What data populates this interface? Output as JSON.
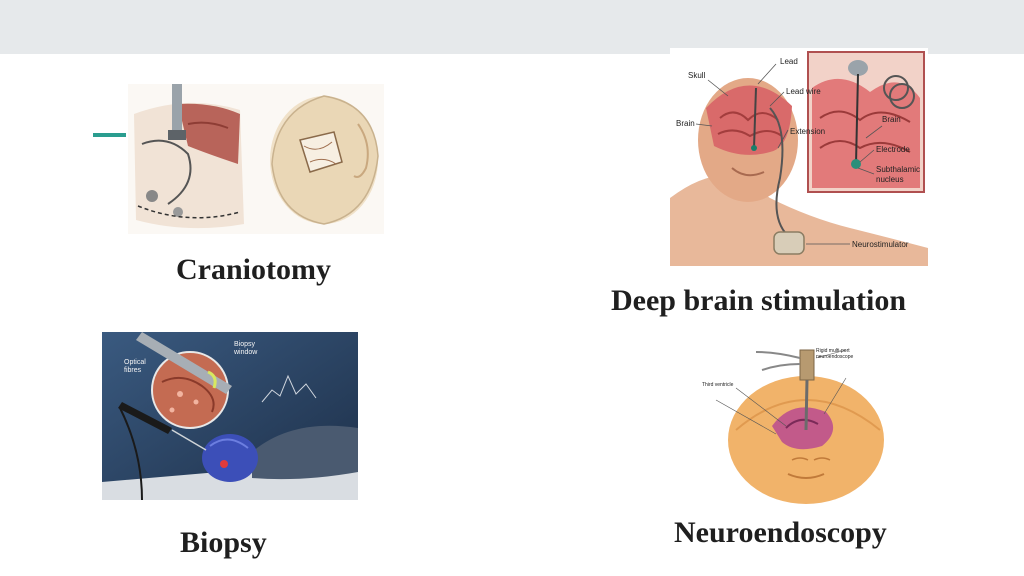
{
  "slide": {
    "accent_color": "#2a9d8f",
    "band_color": "#e6e9eb"
  },
  "procedures": [
    {
      "id": "craniotomy",
      "caption": "Craniotomy",
      "image": "craniotomy-illustration"
    },
    {
      "id": "dbs",
      "caption": "Deep brain stimulation",
      "image": "deep-brain-stimulation-diagram",
      "labels": {
        "skull": "Skull",
        "lead": "Lead",
        "lead_wire": "Lead wire",
        "brain": "Brain",
        "extension": "Extension",
        "brain_inset": "Brain",
        "electrode": "Electrode",
        "subthalamic": "Subthalamic",
        "nucleus": "nucleus",
        "neurostimulator": "Neurostimulator"
      }
    },
    {
      "id": "biopsy",
      "caption": "Biopsy",
      "image": "brain-biopsy-illustration",
      "labels": {
        "optical": "Optical",
        "fibres": "fibres",
        "biopsy": "Biopsy",
        "window": "window"
      }
    },
    {
      "id": "neuroendoscopy",
      "caption": "Neuroendoscopy",
      "image": "neuroendoscopy-illustration",
      "labels": {
        "scope_line1": "Rigid multi-port",
        "scope_line2": "neuroendoscope",
        "third_ventricle": "Third ventricle"
      }
    }
  ]
}
